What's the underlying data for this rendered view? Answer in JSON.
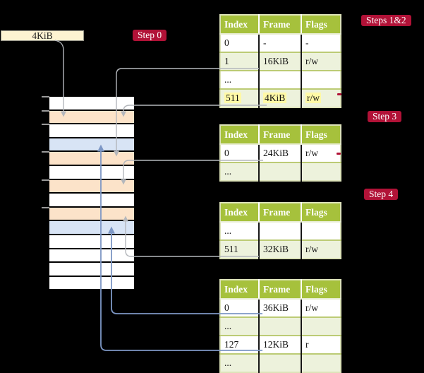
{
  "page_box": {
    "label": "4KiB"
  },
  "step_labels": {
    "step0": "Step 0",
    "steps12": "Steps 1&2",
    "step3": "Step 3",
    "step4": "Step 4"
  },
  "tables": [
    {
      "name": "page-table-steps-1-2",
      "headers": [
        "Index",
        "Frame",
        "Flags"
      ],
      "rows": [
        {
          "cells": [
            "0",
            "-",
            "-"
          ],
          "shade": false,
          "highlight": false
        },
        {
          "cells": [
            "1",
            "16KiB",
            "r/w"
          ],
          "shade": true,
          "highlight": false
        },
        {
          "cells": [
            "...",
            "",
            ""
          ],
          "shade": false,
          "highlight": false
        },
        {
          "cells": [
            "511",
            "4KiB",
            "r/w"
          ],
          "shade": true,
          "highlight": true
        }
      ]
    },
    {
      "name": "page-table-step-3",
      "headers": [
        "Index",
        "Frame",
        "Flags"
      ],
      "rows": [
        {
          "cells": [
            "0",
            "24KiB",
            "r/w"
          ],
          "shade": false,
          "highlight": false
        },
        {
          "cells": [
            "...",
            "",
            ""
          ],
          "shade": true,
          "highlight": false
        }
      ]
    },
    {
      "name": "page-table-step-4",
      "headers": [
        "Index",
        "Frame",
        "Flags"
      ],
      "rows": [
        {
          "cells": [
            "...",
            "",
            ""
          ],
          "shade": false,
          "highlight": false
        },
        {
          "cells": [
            "511",
            "32KiB",
            "r/w"
          ],
          "shade": true,
          "highlight": false
        }
      ]
    },
    {
      "name": "page-table-final",
      "headers": [
        "Index",
        "Frame",
        "Flags"
      ],
      "rows": [
        {
          "cells": [
            "0",
            "36KiB",
            "r/w"
          ],
          "shade": false,
          "highlight": false
        },
        {
          "cells": [
            "...",
            "",
            ""
          ],
          "shade": true,
          "highlight": false
        },
        {
          "cells": [
            "127",
            "12KiB",
            "r"
          ],
          "shade": false,
          "highlight": false
        },
        {
          "cells": [
            "...",
            "",
            ""
          ],
          "shade": true,
          "highlight": false
        }
      ]
    }
  ],
  "memory": {
    "rows": [
      "white",
      "peach",
      "white",
      "blue",
      "peach",
      "white",
      "peach",
      "white",
      "peach",
      "blue",
      "white",
      "white",
      "white",
      "white"
    ]
  },
  "colors": {
    "crimson": "#b11237",
    "green": "#a6c13c",
    "shade": "#edf2dc",
    "yellow": "#fff9a6",
    "peach": "#fce3c9",
    "blueRow": "#d8e4f5",
    "cream": "#fdf3d2",
    "grayArrow": "#b4b7bc",
    "blueArrow": "#7d97c5"
  }
}
